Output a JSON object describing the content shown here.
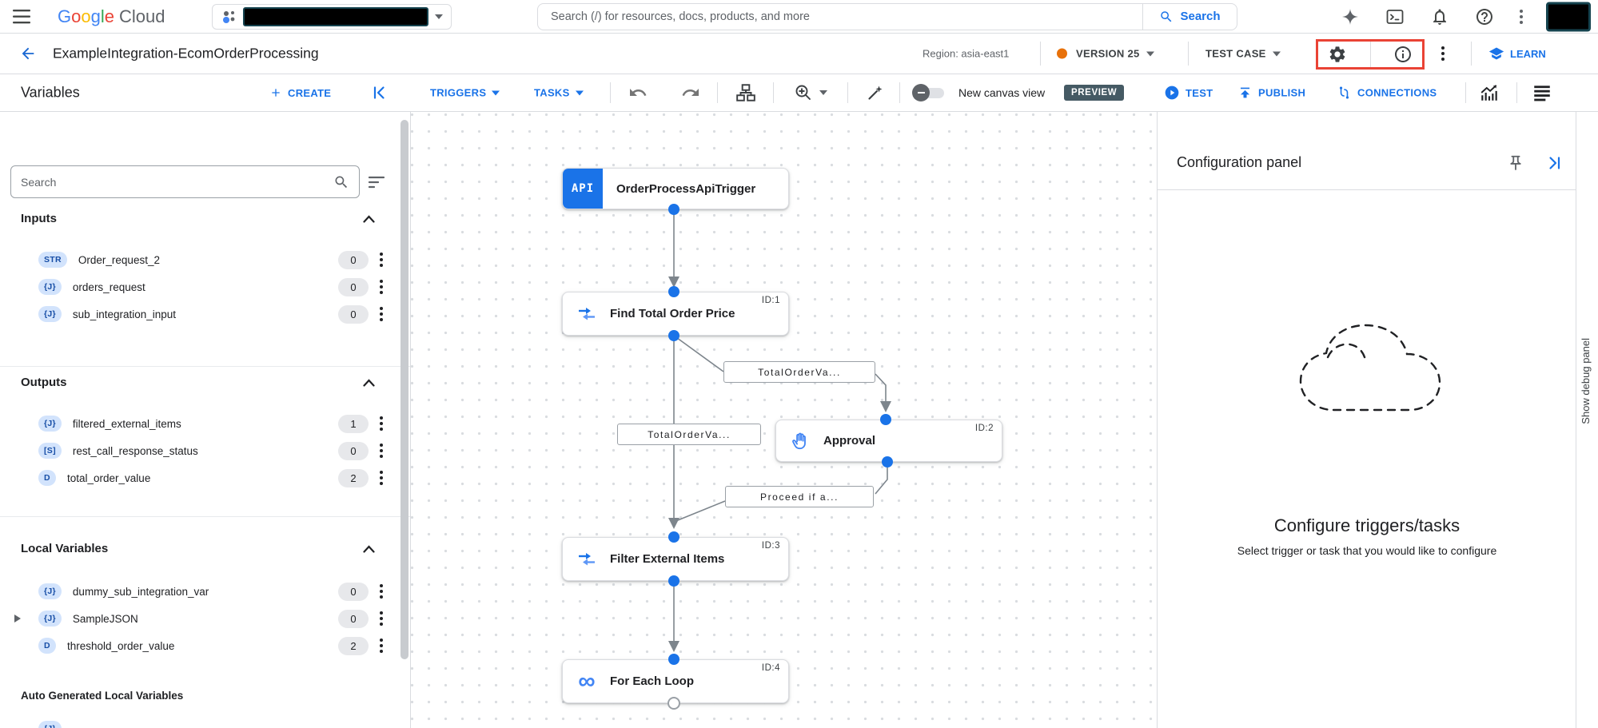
{
  "topbar": {
    "logo_google": "Google",
    "logo_cloud": "Cloud",
    "search_placeholder": "Search (/) for resources, docs, products, and more",
    "search_button_label": "Search"
  },
  "header": {
    "title": "ExampleIntegration-EcomOrderProcessing",
    "region": "Region: asia-east1",
    "version": "VERSION 25",
    "test_case": "TEST CASE",
    "learn": "LEARN"
  },
  "toolbar": {
    "variables_title": "Variables",
    "create": "CREATE",
    "triggers": "TRIGGERS",
    "tasks": "TASKS",
    "new_canvas_view": "New canvas view",
    "preview": "PREVIEW",
    "test": "TEST",
    "publish": "PUBLISH",
    "connections": "CONNECTIONS"
  },
  "sidebar": {
    "search_placeholder": "Search",
    "sections": [
      {
        "title": "Inputs",
        "items": [
          {
            "type": "STR",
            "name": "Order_request_2",
            "count": "0"
          },
          {
            "type": "{J}",
            "name": "orders_request",
            "count": "0"
          },
          {
            "type": "{J}",
            "name": "sub_integration_input",
            "count": "0"
          }
        ]
      },
      {
        "title": "Outputs",
        "items": [
          {
            "type": "{J}",
            "name": "filtered_external_items",
            "count": "1"
          },
          {
            "type": "[S]",
            "name": "rest_call_response_status",
            "count": "0"
          },
          {
            "type": "D",
            "name": "total_order_value",
            "count": "2"
          }
        ]
      },
      {
        "title": "Local Variables",
        "items": [
          {
            "type": "{J}",
            "name": "dummy_sub_integration_var",
            "count": "0"
          },
          {
            "type": "{J}",
            "name": "SampleJSON",
            "count": "0"
          },
          {
            "type": "D",
            "name": "threshold_order_value",
            "count": "2"
          }
        ]
      }
    ],
    "auto_generated_title": "Auto Generated Local Variables",
    "partial_item_type": "{J}"
  },
  "canvas": {
    "nodes": [
      {
        "id_label": "",
        "title": "OrderProcessApiTrigger",
        "badge": "API"
      },
      {
        "id_label": "ID:1",
        "title": "Find Total Order Price"
      },
      {
        "id_label": "ID:2",
        "title": "Approval"
      },
      {
        "id_label": "ID:3",
        "title": "Filter External Items"
      },
      {
        "id_label": "ID:4",
        "title": "For Each Loop"
      }
    ],
    "edge_labels": [
      "TotalOrderVa...",
      "TotalOrderVa...",
      "Proceed if a..."
    ]
  },
  "config_panel": {
    "title": "Configuration panel",
    "empty_heading": "Configure triggers/tasks",
    "empty_subtext": "Select trigger or task that you would like to configure"
  },
  "debug": {
    "label": "Show debug panel"
  },
  "colors": {
    "accent_blue": "#1a73e8",
    "version_dot_orange": "#e8710a",
    "highlight_red": "#ea4335",
    "preview_badge_bg": "#455a64",
    "node_port_blue": "#1a73e8",
    "type_badge_bg": "#d2e3fc",
    "count_pill_bg": "#e7e8eb"
  }
}
